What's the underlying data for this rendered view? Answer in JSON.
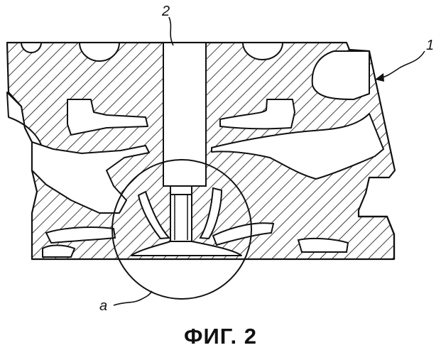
{
  "figure": {
    "labels": {
      "part_1": "1",
      "part_2": "2",
      "detail_a": "a"
    },
    "caption": "ФИГ. 2"
  },
  "colors": {
    "ink": "#111111",
    "paper": "#ffffff"
  }
}
